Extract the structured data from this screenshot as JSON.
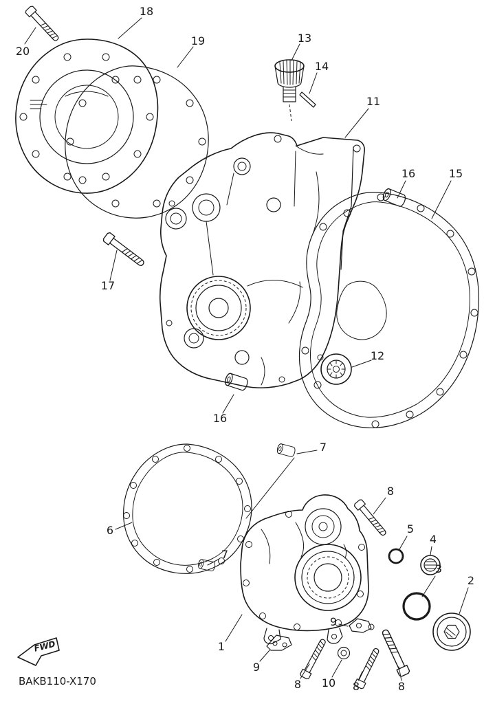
{
  "page": {
    "background_color": "#ffffff",
    "ink_color": "#1a1a1a"
  },
  "diagram": {
    "code": "BAKB110-X170",
    "fwd_label": "FWD"
  },
  "callouts": {
    "n1": "1",
    "n2": "2",
    "n3": "3",
    "n4": "4",
    "n5": "5",
    "n6": "6",
    "n7a": "7",
    "n7b": "7",
    "n8a": "8",
    "n8b": "8",
    "n8c": "8",
    "n8d": "8",
    "n9a": "9",
    "n9b": "9",
    "n10": "10",
    "n11": "11",
    "n12": "12",
    "n13": "13",
    "n14": "14",
    "n15": "15",
    "n16a": "16",
    "n16b": "16",
    "n17": "17",
    "n18": "18",
    "n19": "19",
    "n20": "20"
  }
}
